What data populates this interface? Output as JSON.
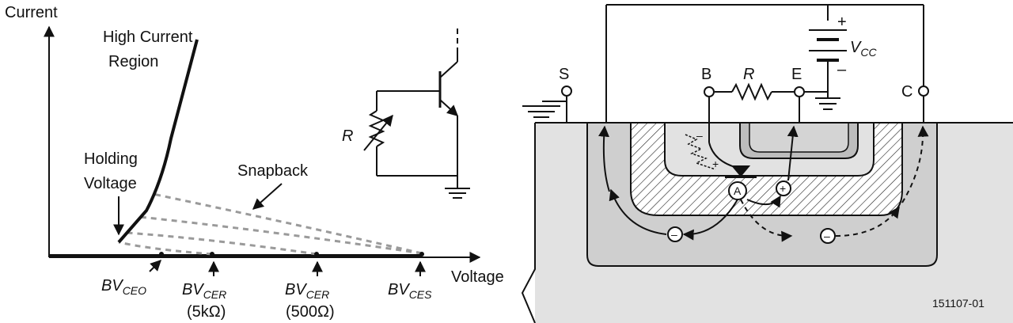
{
  "chart_data": {
    "type": "line",
    "xlabel": "Voltage",
    "ylabel": "Current",
    "annotations": {
      "high_current": [
        "High Current",
        "Region"
      ],
      "holding": [
        "Holding",
        "Voltage"
      ],
      "snapback": "Snapback"
    },
    "ticks": [
      {
        "main": "BV",
        "sub": "CEO",
        "note": ""
      },
      {
        "main": "BV",
        "sub": "CER",
        "note": "(5kΩ)"
      },
      {
        "main": "BV",
        "sub": "CER",
        "note": "(500Ω)"
      },
      {
        "main": "BV",
        "sub": "CES",
        "note": ""
      }
    ],
    "resistor_label": "R"
  },
  "cross_section": {
    "terminals": {
      "s": "S",
      "b": "B",
      "e": "E",
      "c": "C"
    },
    "resistor_label": "R",
    "supply_main": "V",
    "supply_sub": "CC",
    "plus": "+",
    "minus": "–",
    "node_a": "A",
    "hole": "+",
    "electron": "–"
  },
  "figure_id": "151107-01",
  "colors": {
    "ink": "#111111",
    "grey_light": "#e2e2e2",
    "grey_mid": "#c8c8c8",
    "dash": "#9a9a9a"
  }
}
